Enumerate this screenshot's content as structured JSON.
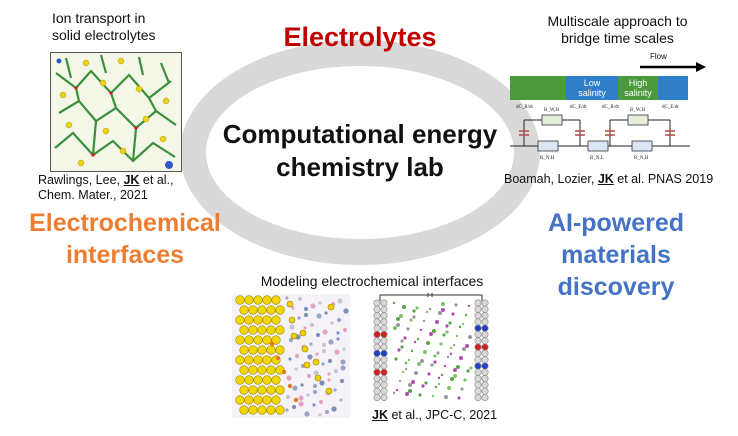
{
  "center": {
    "line1": "Computational energy",
    "line2": "chemistry lab"
  },
  "themes": {
    "electrolytes": {
      "label": "Electrolytes",
      "color": "#c00000"
    },
    "interfaces": {
      "line1": "Electrochemical",
      "line2": "interfaces",
      "color": "#ed7d31"
    },
    "ai": {
      "line1": "AI-powered",
      "line2": "materials discovery",
      "color": "#4472c4"
    }
  },
  "top_left": {
    "caption_line1": "Ion transport in",
    "caption_line2": "solid electrolytes",
    "cite_line1_pre": "Rawlings, Lee, ",
    "cite_line1_bold": "JK",
    "cite_line1_post": " et al.,",
    "cite_line2": "Chem. Mater., 2021"
  },
  "top_right": {
    "caption_line1": "Multiscale approach to",
    "caption_line2": "bridge time scales",
    "flow_label": "Flow",
    "seg_low_1": "Low",
    "seg_low_2": "salinity",
    "seg_high_1": "High",
    "seg_high_2": "salinity",
    "circuit_top_labels": [
      "dC_R/dt",
      "R_W,H",
      "dC_E/dt",
      "dC_R/dt",
      "R_W,H",
      "dC_E/dt"
    ],
    "circuit_bottom_labels": [
      "R_N,H",
      "R_N,L",
      "R_N,H"
    ],
    "cite_pre": "Boamah, Lozier, ",
    "cite_bold": "JK",
    "cite_post": " et al. PNAS 2019"
  },
  "bottom": {
    "caption": "Modeling electrochemical interfaces",
    "cite_bold": "JK",
    "cite_post": " et al., JPC-C, 2021"
  }
}
